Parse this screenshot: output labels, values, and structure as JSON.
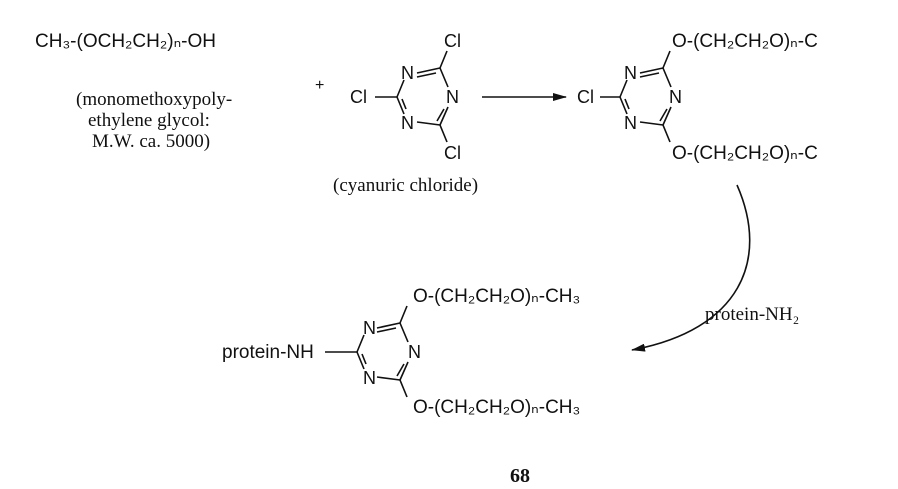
{
  "reactant_peg": {
    "formula": "CH₃-(OCH₂CH₂)ₙ-OH",
    "description_lines": [
      "(monomethoxypoly-",
      "ethylene glycol:",
      "M.W. ca. 5000)"
    ]
  },
  "plus_sign": "+",
  "cyanuric_chloride": {
    "label": "(cyanuric chloride)",
    "atoms": {
      "cl": "Cl",
      "n": "N"
    }
  },
  "intermediate": {
    "substituent_top": "O-(CH₂CH₂O)ₙ-C",
    "substituent_bottom": "O-(CH₂CH₂O)ₙ-C",
    "left_group": "Cl"
  },
  "reagent_label": "protein-NH₂",
  "product": {
    "left_group": "protein-NH",
    "substituent_top": "O-(CH₂CH₂O)ₙ-CH₃",
    "substituent_bottom": "O-(CH₂CH₂O)ₙ-CH₃"
  },
  "page_number": "68"
}
